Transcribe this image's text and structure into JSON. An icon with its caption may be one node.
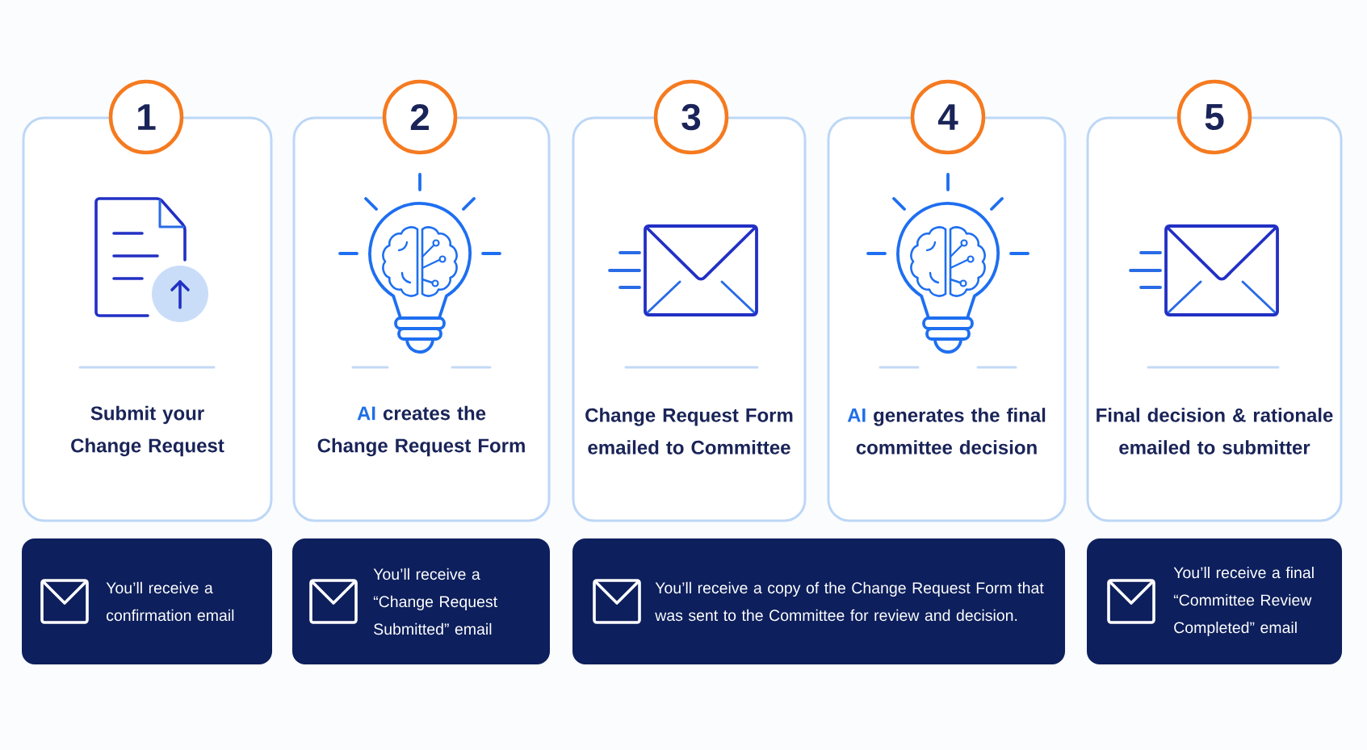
{
  "diagram": {
    "nodes": [
      {
        "text": [
          "1"
        ]
      },
      {
        "text": [
          "Submit your Change Request"
        ]
      },
      {
        "text": [
          "2"
        ]
      },
      {
        "text": [
          "**AI** creates the Change Request Form"
        ]
      },
      {
        "text": [
          "3"
        ]
      },
      {
        "text": [
          "Change Request Form emailed to Committee"
        ]
      },
      {
        "text": [
          "4"
        ]
      },
      {
        "text": [
          "**AI** generates the final committee decision"
        ]
      },
      {
        "text": [
          "5"
        ]
      },
      {
        "text": [
          "Final decision & rationale emailed to submitter"
        ]
      },
      {
        "text": [
          "You’ll receive a confirmation email"
        ]
      },
      {
        "text": [
          "You’ll receive a “Change Request Submitted” email"
        ]
      },
      {
        "text": [
          "You’ll receive a copy of the Change Request Form that was sent to the Committee for review and decision."
        ]
      },
      {
        "text": [
          "You’ll receive a final “Committee Review Completed” email"
        ]
      }
    ]
  }
}
